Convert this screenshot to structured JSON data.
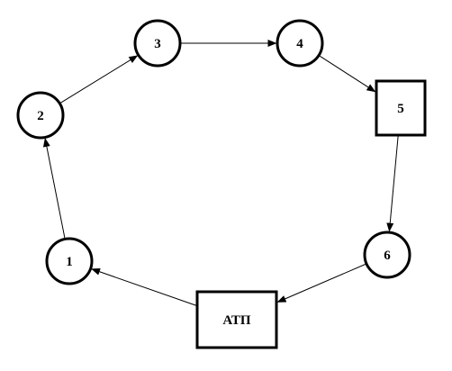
{
  "diagram": {
    "nodes": [
      {
        "id": "n1",
        "shape": "circle",
        "label": "1"
      },
      {
        "id": "n2",
        "shape": "circle",
        "label": "2"
      },
      {
        "id": "n3",
        "shape": "circle",
        "label": "3"
      },
      {
        "id": "n4",
        "shape": "circle",
        "label": "4"
      },
      {
        "id": "n5",
        "shape": "square",
        "label": "5"
      },
      {
        "id": "n6",
        "shape": "circle",
        "label": "6"
      },
      {
        "id": "atp",
        "shape": "rect",
        "label": "АТП"
      }
    ],
    "edges": [
      {
        "from": "atp",
        "to": "n1"
      },
      {
        "from": "n1",
        "to": "n2"
      },
      {
        "from": "n2",
        "to": "n3"
      },
      {
        "from": "n3",
        "to": "n4"
      },
      {
        "from": "n4",
        "to": "n5"
      },
      {
        "from": "n5",
        "to": "n6"
      },
      {
        "from": "n6",
        "to": "atp"
      }
    ],
    "colors": {
      "stroke": "#000000",
      "fill": "#ffffff"
    }
  }
}
